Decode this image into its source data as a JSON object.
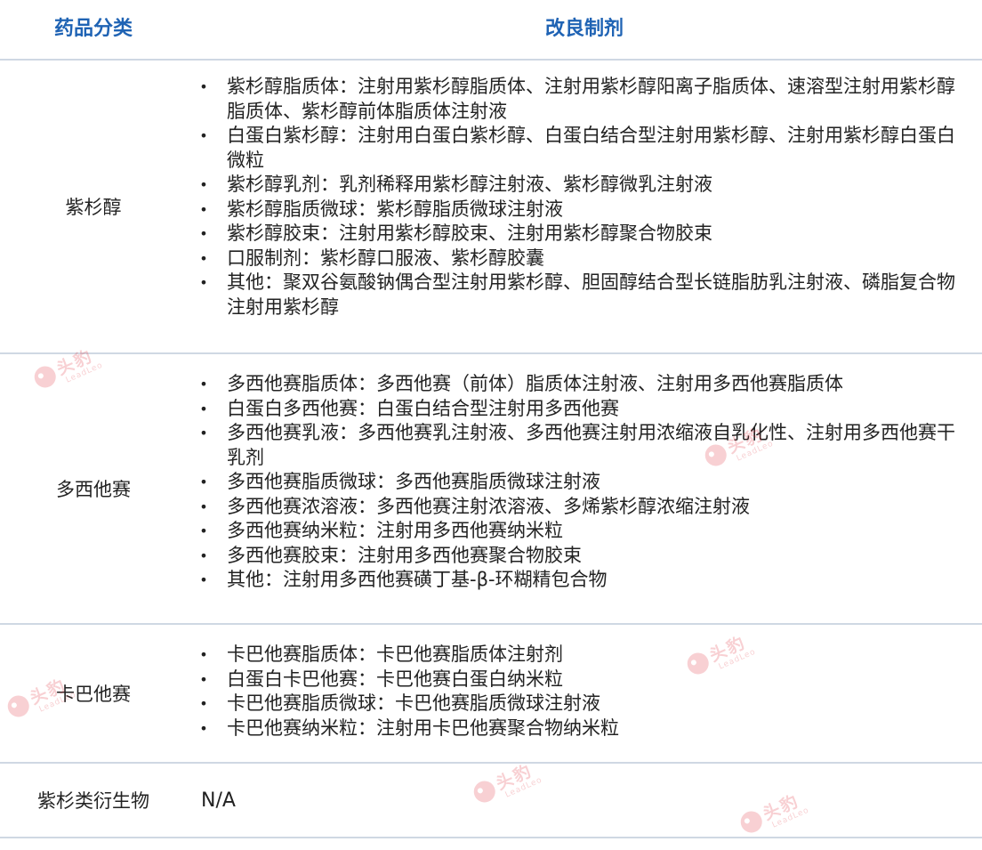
{
  "header": {
    "category_label": "药品分类",
    "formulation_label": "改良制剂"
  },
  "rows": [
    {
      "category": "紫杉醇",
      "items": [
        "紫杉醇脂质体：注射用紫杉醇脂质体、注射用紫杉醇阳离子脂质体、速溶型注射用紫杉醇脂质体、紫杉醇前体脂质体注射液",
        "白蛋白紫杉醇：注射用白蛋白紫杉醇、白蛋白结合型注射用紫杉醇、注射用紫杉醇白蛋白微粒",
        "紫杉醇乳剂：乳剂稀释用紫杉醇注射液、紫杉醇微乳注射液",
        "紫杉醇脂质微球：紫杉醇脂质微球注射液",
        "紫杉醇胶束：注射用紫杉醇胶束、注射用紫杉醇聚合物胶束",
        "口服制剂：紫杉醇口服液、紫杉醇胶囊",
        "其他：聚双谷氨酸钠偶合型注射用紫杉醇、胆固醇结合型长链脂肪乳注射液、磷脂复合物注射用紫杉醇"
      ]
    },
    {
      "category": "多西他赛",
      "items": [
        "多西他赛脂质体：多西他赛（前体）脂质体注射液、注射用多西他赛脂质体",
        "白蛋白多西他赛：白蛋白结合型注射用多西他赛",
        "多西他赛乳液：多西他赛乳注射液、多西他赛注射用浓缩液自乳化性、注射用多西他赛干乳剂",
        "多西他赛脂质微球：多西他赛脂质微球注射液",
        "多西他赛浓溶液：多西他赛注射浓溶液、多烯紫杉醇浓缩注射液",
        "多西他赛纳米粒：注射用多西他赛纳米粒",
        "多西他赛胶束：注射用多西他赛聚合物胶束",
        "其他：注射用多西他赛磺丁基-β-环糊精包合物"
      ]
    },
    {
      "category": "卡巴他赛",
      "items": [
        "卡巴他赛脂质体：卡巴他赛脂质体注射剂",
        "白蛋白卡巴他赛：卡巴他赛白蛋白纳米粒",
        "卡巴他赛脂质微球：卡巴他赛脂质微球注射液",
        "卡巴他赛纳米粒：注射用卡巴他赛聚合物纳米粒"
      ]
    },
    {
      "category": "紫杉类衍生物",
      "na": "N/A"
    }
  ],
  "bullet_char": "•",
  "watermark": {
    "text": "头豹",
    "sub": "LeadLeo",
    "color": "#e0303a"
  },
  "colors": {
    "header_text": "#1f63b4",
    "row_border": "#cfd8e3",
    "body_text": "#222222"
  }
}
